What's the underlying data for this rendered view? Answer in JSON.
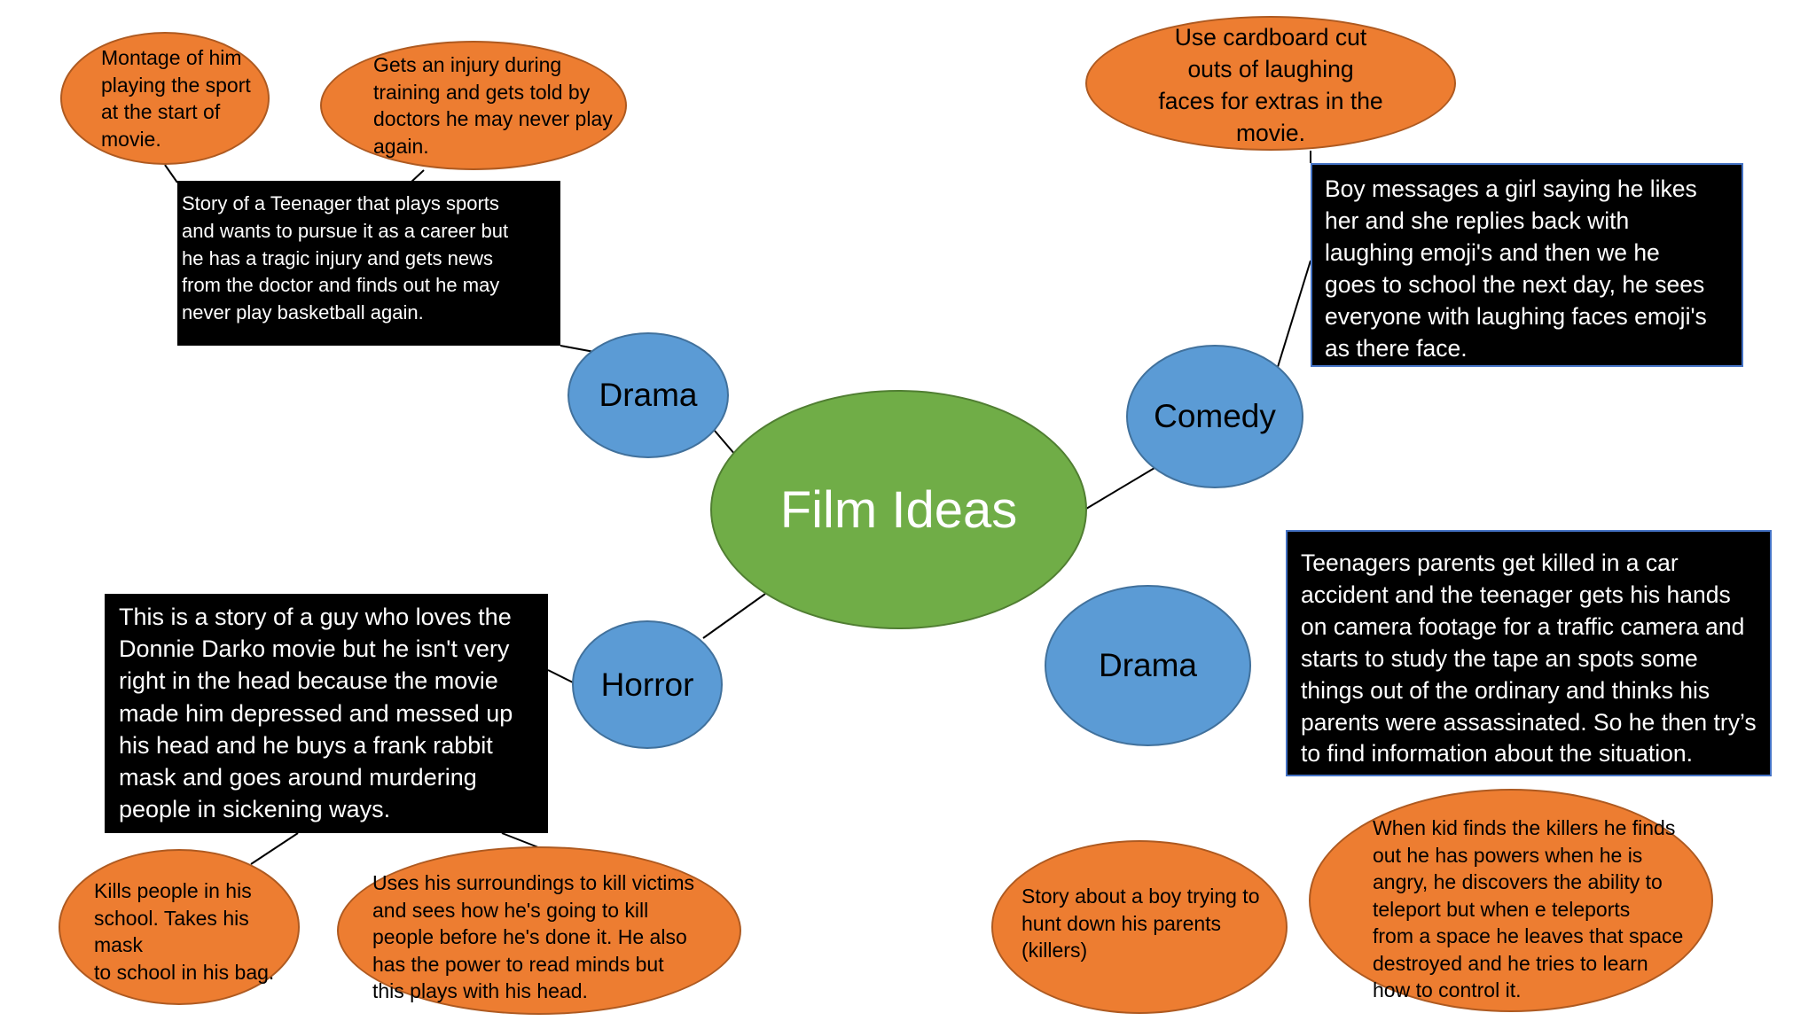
{
  "center": {
    "label": "Film Ideas"
  },
  "topics": {
    "drama_top": "Drama",
    "comedy": "Comedy",
    "horror": "Horror",
    "drama_bottom": "Drama"
  },
  "boxes": {
    "drama_story": "Story of a Teenager that plays sports\nand wants to pursue it as a career but\nhe has a tragic injury and gets news\nfrom the doctor and finds out he may\nnever play basketball again.",
    "comedy_story": "Boy messages a girl saying he likes\nher and she replies back with\nlaughing emoji's and then we he\ngoes to school the next day, he sees\neveryone with laughing faces emoji's\nas there face.",
    "horror_story": "This is a story of a guy who loves the\nDonnie Darko movie but he isn't very\nright in the head because the movie\nmade him depressed and messed up\nhis head and he buys a frank rabbit\nmask and goes around murdering\npeople in sickening ways.",
    "drama2_story": "Teenagers parents get killed in a car\naccident and the teenager gets his hands\non camera footage for a traffic camera and\nstarts to study the tape an spots some\nthings out of the ordinary and thinks his\nparents were assassinated. So he then try’s\nto find information about the situation."
  },
  "notes": {
    "montage": "Montage of him\nplaying the sport\nat the start of\nmovie.",
    "injury": "Gets an injury during\ntraining and gets told by\ndoctors he may never play\nagain.",
    "cardboard": "Use cardboard cut\nouts of laughing\nfaces for extras in the\nmovie.",
    "kills_school": "Kills people in his\nschool. Takes his mask\nto school in his bag.",
    "surroundings": "Uses his surroundings to kill victims\nand sees how he's going to kill\npeople before he's done it. He also\nhas the power to read minds but\nthis plays with his head.",
    "hunt_parents": "Story about a boy trying to\nhunt down his parents\n(killers)",
    "powers": "When kid finds the killers he finds\nout he has powers when he is\nangry, he discovers the ability to\nteleport but when e teleports\nfrom a space he leaves that space\ndestroyed and he tries to learn\nhow to control it."
  },
  "colors": {
    "topic_fill": "#5b9bd5",
    "center_fill": "#70ad47",
    "note_fill": "#ed7d31",
    "box_fill": "#000000"
  }
}
